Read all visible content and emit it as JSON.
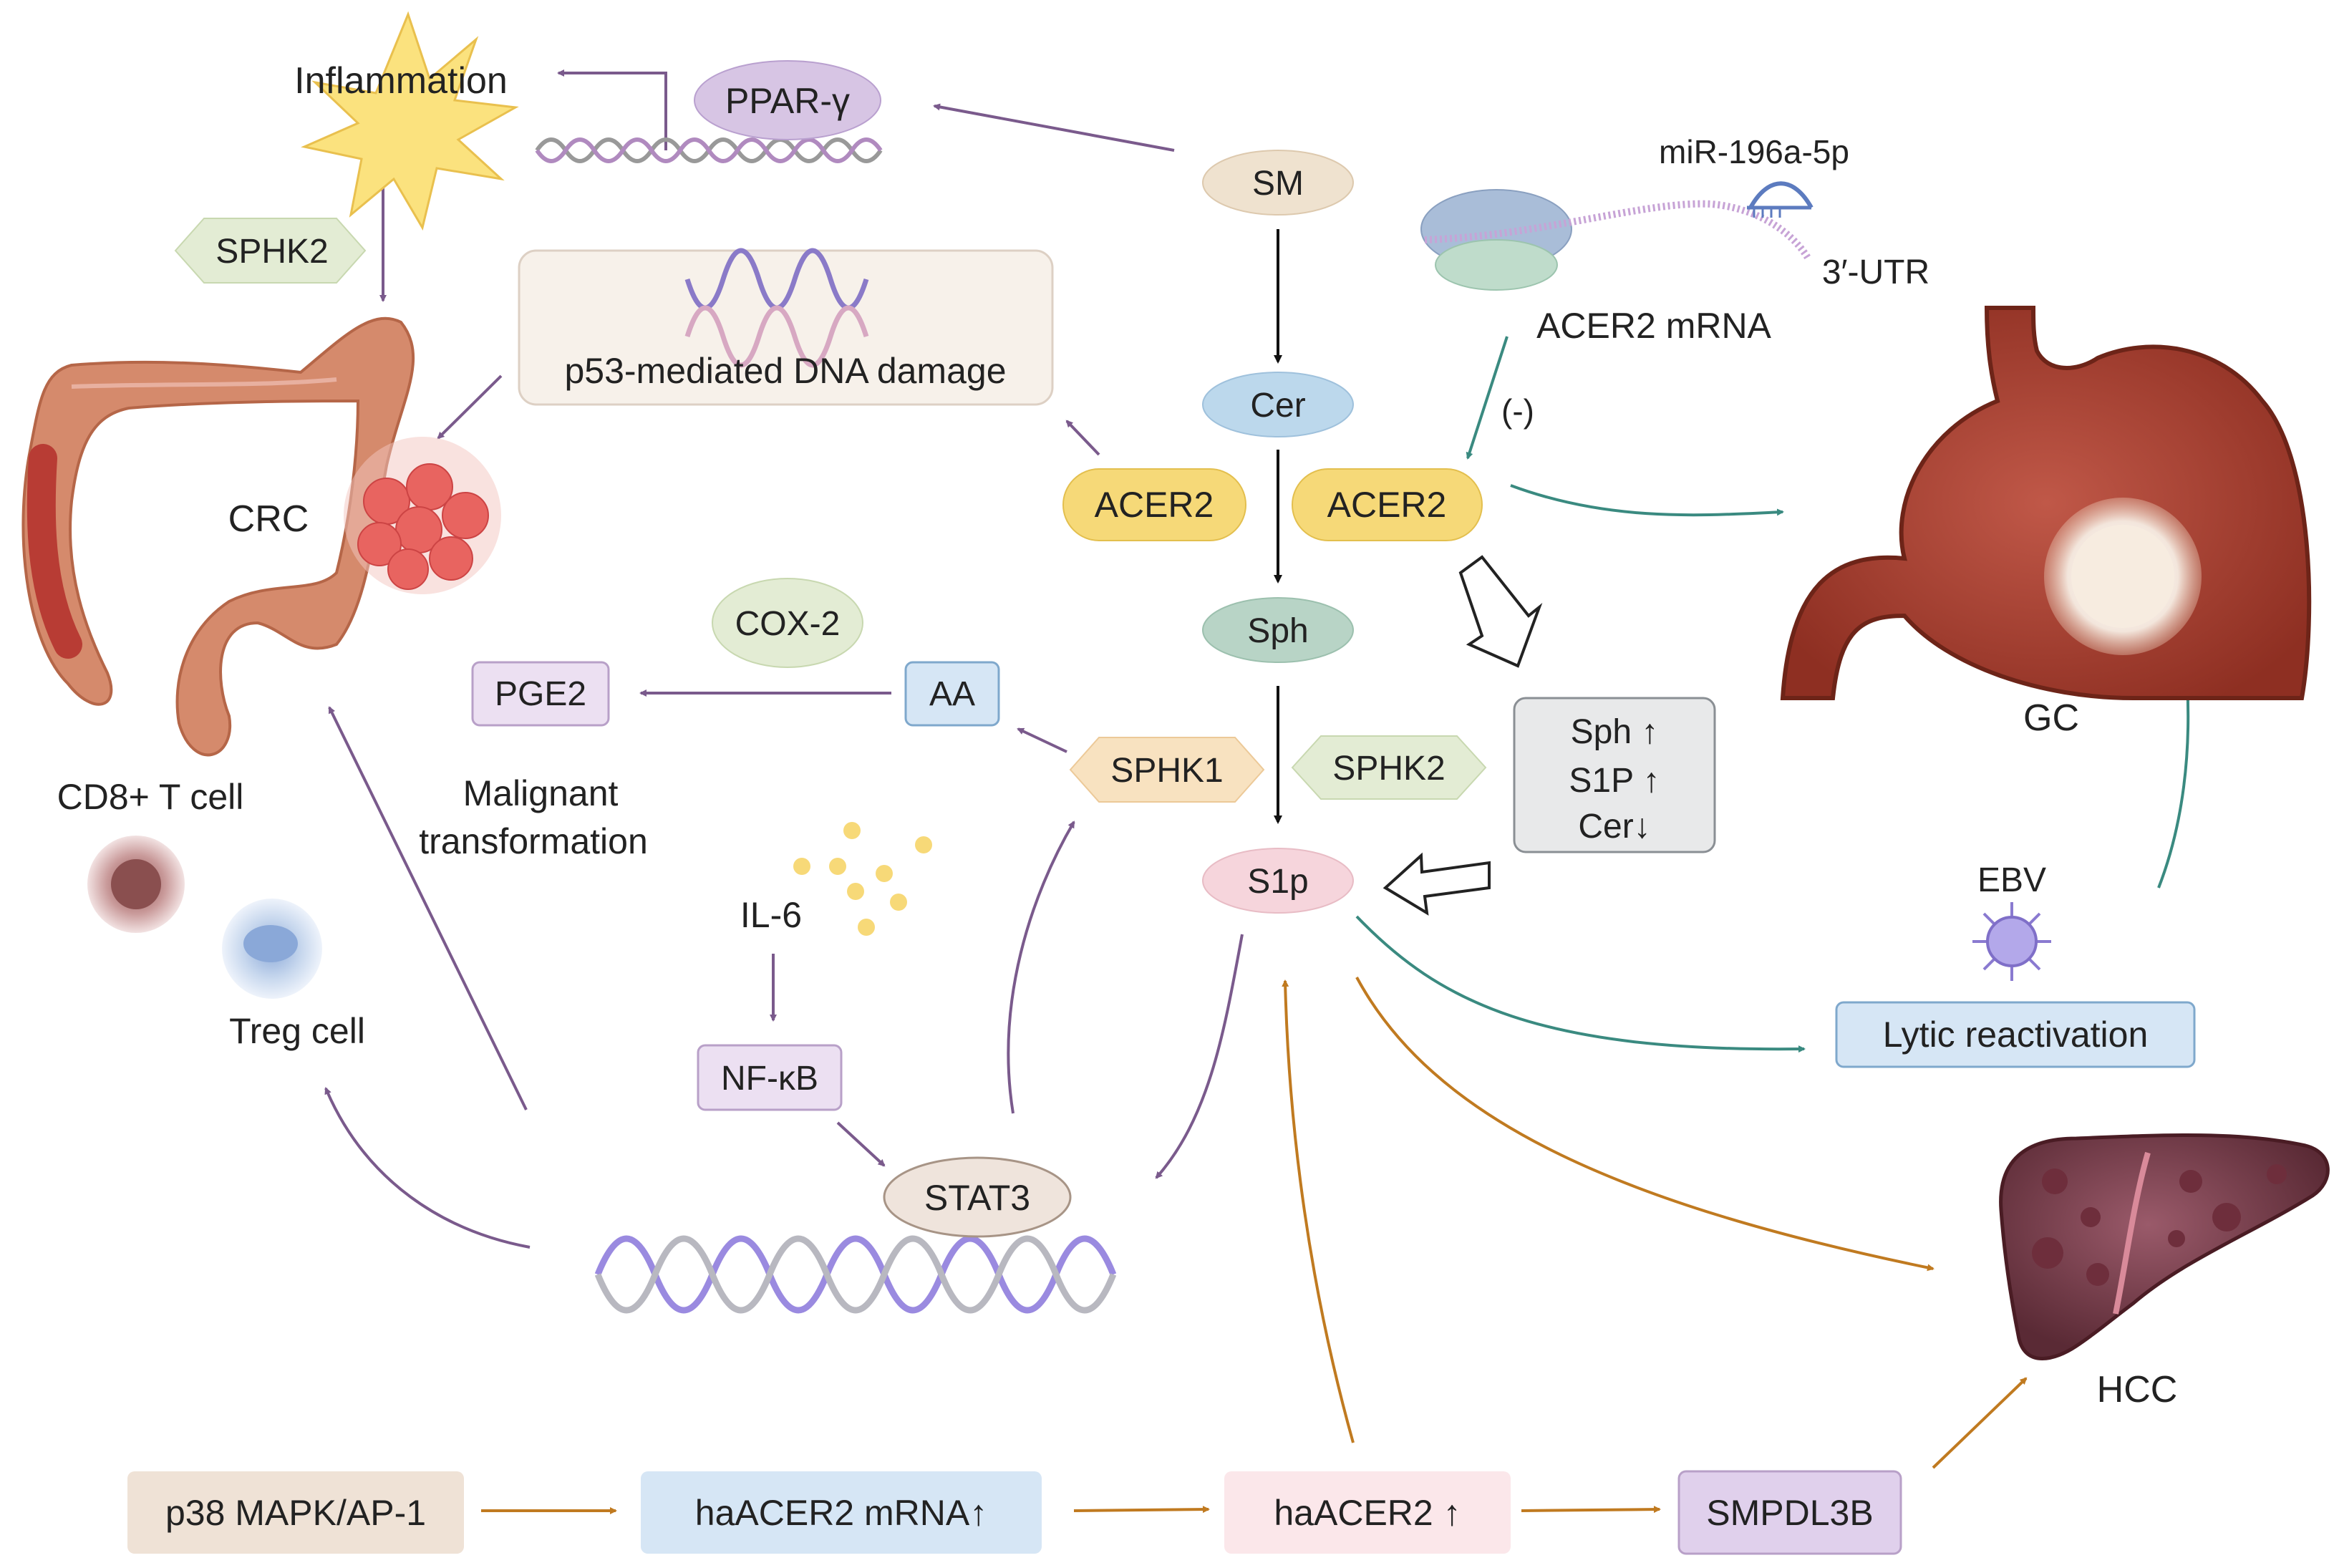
{
  "labels": {
    "inflammation": "Inflammation",
    "ppar_gamma": "PPAR-γ",
    "sm": "SM",
    "mir": "miR-196a-5p",
    "utr": "3′-UTR",
    "acer2_mrna": "ACER2 mRNA",
    "minus": "(-)",
    "sphk2_top": "SPHK2",
    "p53": "p53-mediated DNA damage",
    "crc": "CRC",
    "cer": "Cer",
    "acer2_left": "ACER2",
    "acer2_right": "ACER2",
    "sph": "Sph",
    "cox2": "COX-2",
    "pge2": "PGE2",
    "aa": "AA",
    "sphk1": "SPHK1",
    "sphk2_mid": "SPHK2",
    "status_sph": "Sph ↑",
    "status_s1p": "S1P ↑",
    "status_cer": "Cer↓",
    "gc": "GC",
    "malignant_1": "Malignant",
    "malignant_2": "transformation",
    "cd8": "CD8+ T cell",
    "il6": "IL-6",
    "s1p": "S1p",
    "ebv": "EBV",
    "treg": "Treg cell",
    "nfkb": "NF-κB",
    "lytic": "Lytic reactivation",
    "stat3": "STAT3",
    "hcc": "HCC",
    "p38": "p38 MAPK/AP-1",
    "haacer2_mrna": "haACER2 mRNA↑",
    "haacer2": "haACER2 ↑",
    "smpdl3b": "SMPDL3B"
  },
  "icons": [
    "starburst-icon",
    "dna-helix-icon",
    "colon-icon",
    "tumor-cluster-icon",
    "stomach-icon",
    "liver-icon",
    "ribosome-icon",
    "mirna-icon",
    "virus-icon",
    "cell-icon"
  ],
  "colors": {
    "purple_arrow": "#7a5a8c",
    "black_arrow": "#111111",
    "teal_arrow": "#3a8a80",
    "orange_arrow": "#c07a20",
    "acer2_fill": "#f6d978",
    "sm_fill": "#efe2cf",
    "cer_fill": "#bcd8ec",
    "sph_fill": "#b8d4c6",
    "s1p_fill": "#f6d5dc",
    "green_hex": "#e3ecd4",
    "sphk1_fill": "#f8e2c0"
  }
}
